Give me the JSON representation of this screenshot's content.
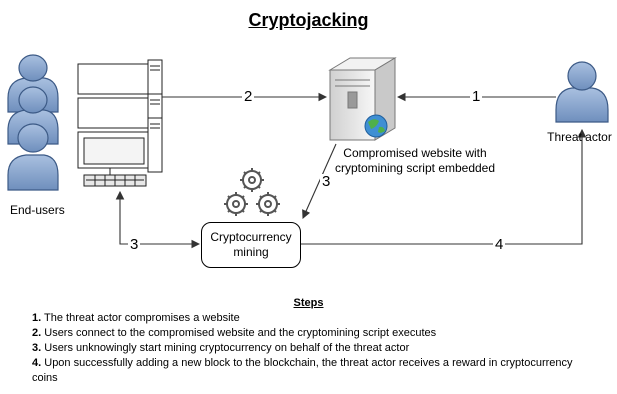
{
  "title": "Cryptojacking",
  "nodes": {
    "end_users": "End-users",
    "threat_actor": "Threat actor",
    "compromised_website": "Compromised website with cryptomining script embedded",
    "mining": "Cryptocurrency mining"
  },
  "edge_labels": {
    "actor_to_site": "1",
    "users_to_site": "2",
    "site_to_mining": "3",
    "mining_to_users": "3",
    "mining_to_actor": "4"
  },
  "steps": {
    "heading": "Steps",
    "items": [
      {
        "num": "1.",
        "text": "The threat actor compromises a website"
      },
      {
        "num": "2.",
        "text": "Users connect to the compromised website and the cryptomining script executes"
      },
      {
        "num": "3.",
        "text": "Users unknowingly start mining cryptocurrency on behalf of the threat actor"
      },
      {
        "num": "4.",
        "text": "Upon successfully adding a new block to the blockchain, the threat actor receives a reward in cryptocurrency coins"
      }
    ]
  },
  "colors": {
    "person_fill": "#8fa9cf",
    "person_stroke": "#3c5a86",
    "server_fill": "#e6e6e6",
    "globe": "#3f8fd3",
    "line": "#333333"
  }
}
